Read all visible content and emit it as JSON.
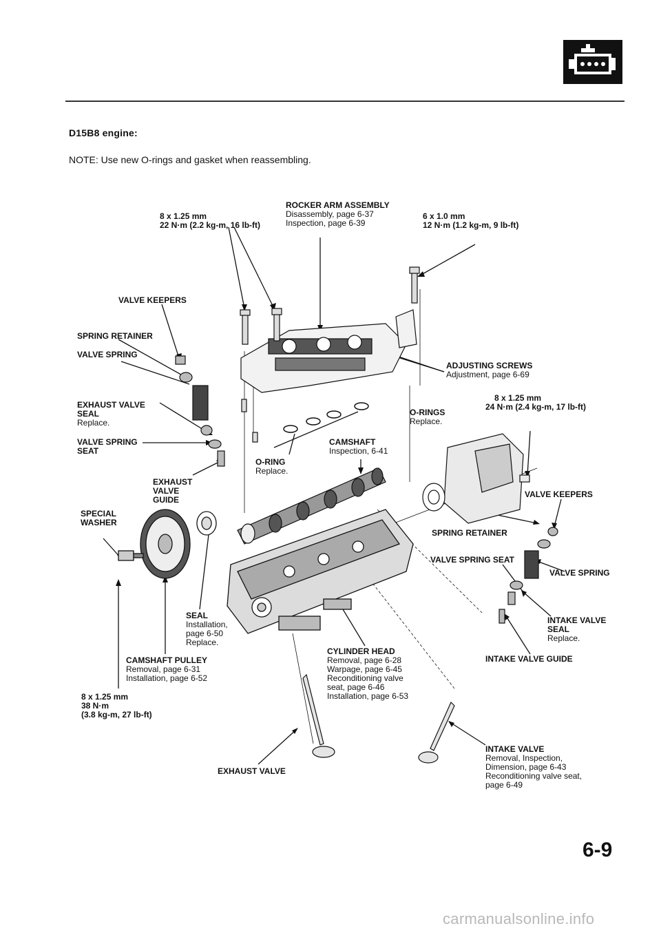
{
  "header": {
    "engine_heading": "D15B8 engine:",
    "note": "NOTE:  Use new O-rings and gasket when reassembling.",
    "icon": "engine-icon"
  },
  "labels": {
    "bolt_8x125_22": {
      "title": "8 x 1.25 mm",
      "line2": "22 N·m (2.2 kg-m, 16 lb-ft)"
    },
    "rocker_arm": {
      "title": "ROCKER ARM ASSEMBLY",
      "line2": "Disassembly, page 6-37",
      "line3": "Inspection, page 6-39"
    },
    "bolt_6x10": {
      "title": "6 x 1.0 mm",
      "line2": "12 N·m (1.2 kg-m, 9 lb-ft)"
    },
    "valve_keepers_left": {
      "title": "VALVE KEEPERS"
    },
    "spring_retainer_left": {
      "title": "SPRING RETAINER"
    },
    "valve_spring_left": {
      "title": "VALVE SPRING"
    },
    "adjusting_screws": {
      "title": "ADJUSTING SCREWS",
      "line2": "Adjustment, page 6-69"
    },
    "exhaust_valve_seal": {
      "title": "EXHAUST VALVE",
      "title2": "SEAL",
      "line2": "Replace."
    },
    "o_rings": {
      "title": "O-RINGS",
      "line2": "Replace."
    },
    "bolt_8x125_24": {
      "title": "8 x 1.25 mm",
      "line2": "24 N·m (2.4 kg-m, 17 lb-ft)"
    },
    "valve_spring_seat_left": {
      "title": "VALVE SPRING",
      "title2": "SEAT"
    },
    "camshaft": {
      "title": "CAMSHAFT",
      "line2": "Inspection, 6-41"
    },
    "o_ring": {
      "title": "O-RING",
      "line2": "Replace."
    },
    "exhaust_valve_guide": {
      "title": "EXHAUST",
      "title2": "VALVE",
      "title3": "GUIDE"
    },
    "valve_keepers_right": {
      "title": "VALVE KEEPERS"
    },
    "special_washer": {
      "title": "SPECIAL",
      "title2": "WASHER"
    },
    "spring_retainer_right": {
      "title": "SPRING RETAINER"
    },
    "valve_spring_seat_right": {
      "title": "VALVE SPRING SEAT"
    },
    "valve_spring_right": {
      "title": "VALVE SPRING"
    },
    "seal": {
      "title": "SEAL",
      "line2": "Installation,",
      "line3": "page 6-50",
      "line4": "Replace."
    },
    "intake_valve_seal": {
      "title": "INTAKE VALVE",
      "title2": "SEAL",
      "line2": "Replace."
    },
    "cylinder_head": {
      "title": "CYLINDER HEAD",
      "line2": "Removal, page 6-28",
      "line3": "Warpage, page 6-45",
      "line4": "Reconditioning valve",
      "line5": "seat, page 6-46",
      "line6": "Installation, page 6-53"
    },
    "intake_valve_guide": {
      "title": "INTAKE VALVE GUIDE"
    },
    "camshaft_pulley": {
      "title": "CAMSHAFT PULLEY",
      "line2": "Removal, page 6-31",
      "line3": "Installation, page 6-52"
    },
    "bolt_8x125_38": {
      "title": "8 x 1.25 mm",
      "title2": "38 N·m",
      "title3": "(3.8 kg-m, 27 lb-ft)"
    },
    "intake_valve": {
      "title": "INTAKE VALVE",
      "line2": "Removal, Inspection,",
      "line3": "Dimension, page 6-43",
      "line4": "Reconditioning valve seat,",
      "line5": "page 6-49"
    },
    "exhaust_valve": {
      "title": "EXHAUST VALVE"
    }
  },
  "footer": {
    "page_number": "6-9",
    "watermark": "carmanualsonline.info"
  }
}
